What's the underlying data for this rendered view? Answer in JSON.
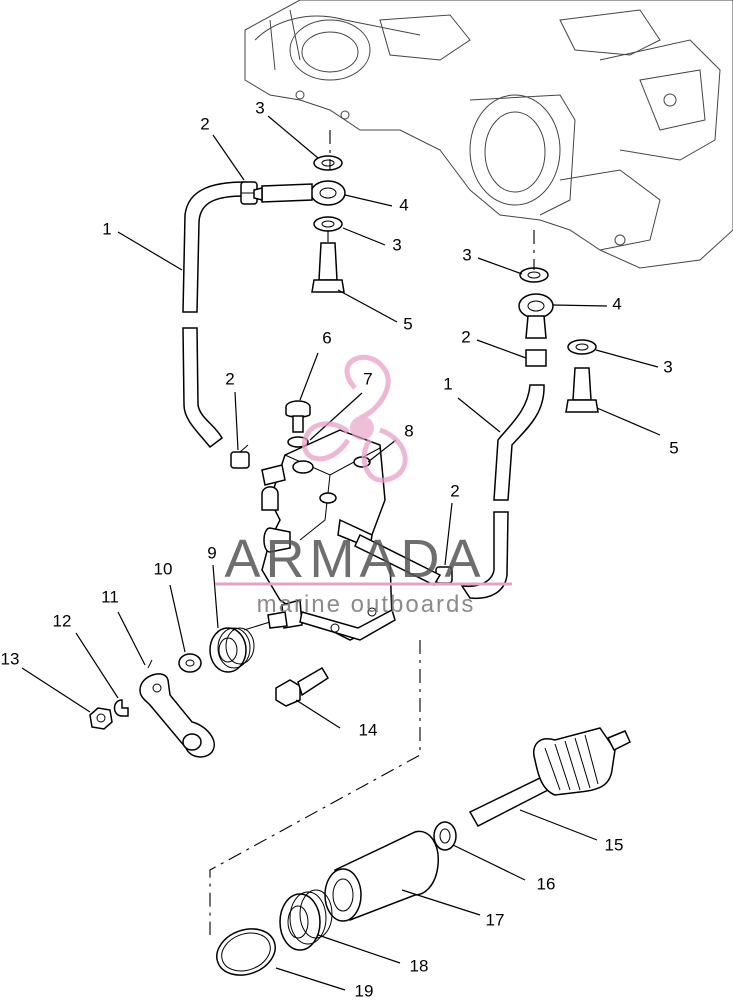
{
  "callouts": [
    {
      "text": "1"
    },
    {
      "text": "2"
    },
    {
      "text": "3"
    },
    {
      "text": "4"
    },
    {
      "text": "3"
    },
    {
      "text": "5"
    },
    {
      "text": "3"
    },
    {
      "text": "4"
    },
    {
      "text": "2"
    },
    {
      "text": "3"
    },
    {
      "text": "5"
    },
    {
      "text": "1"
    },
    {
      "text": "2"
    },
    {
      "text": "6"
    },
    {
      "text": "7"
    },
    {
      "text": "8"
    },
    {
      "text": "2"
    },
    {
      "text": "9"
    },
    {
      "text": "10"
    },
    {
      "text": "11"
    },
    {
      "text": "12"
    },
    {
      "text": "13"
    },
    {
      "text": "14"
    },
    {
      "text": "15"
    },
    {
      "text": "16"
    },
    {
      "text": "17"
    },
    {
      "text": "18"
    },
    {
      "text": "19"
    }
  ],
  "watermark": {
    "name": "ARMADA",
    "tagline": "marine outboards",
    "accent_color": "#e8a0c8"
  }
}
